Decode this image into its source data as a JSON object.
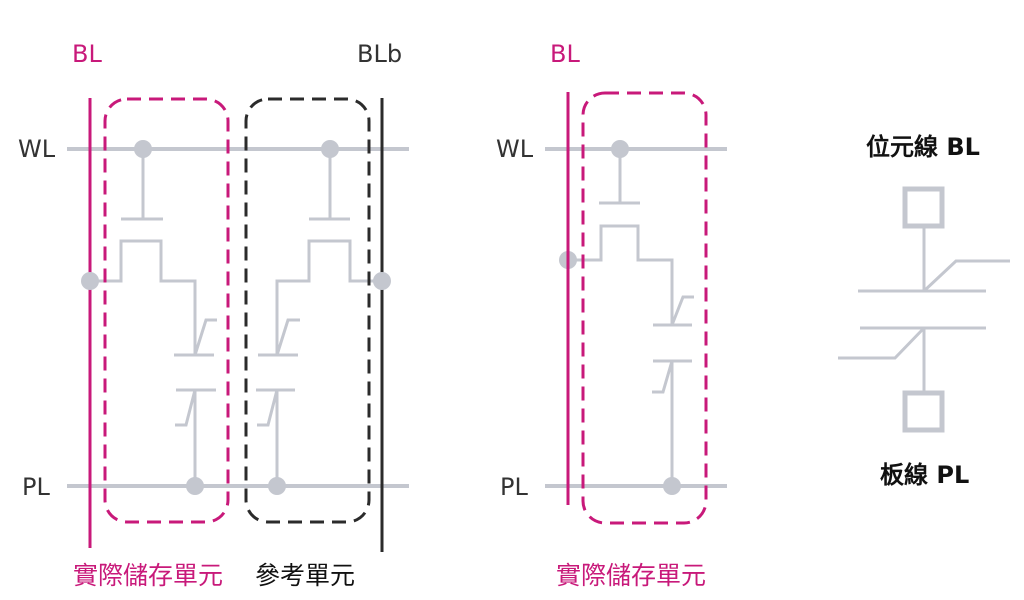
{
  "diagram": {
    "left_schematic": {
      "bitline_label": "BL",
      "bitline_bar_label": "BLb",
      "wordline_label": "WL",
      "plateline_label": "PL",
      "storage_cell_caption": "實際儲存單元",
      "reference_cell_caption": "參考單元"
    },
    "middle_schematic": {
      "bitline_label": "BL",
      "wordline_label": "WL",
      "plateline_label": "PL",
      "storage_cell_caption": "實際儲存單元"
    },
    "legend": {
      "top_label": "位元線 BL",
      "bottom_label": "板線 PL",
      "symbol": "ferroelectric-capacitor-icon"
    },
    "colors": {
      "storage_cell": "#c8197a",
      "reference_cell": "#2b2b2b",
      "wires": "#c4c7cf"
    }
  }
}
